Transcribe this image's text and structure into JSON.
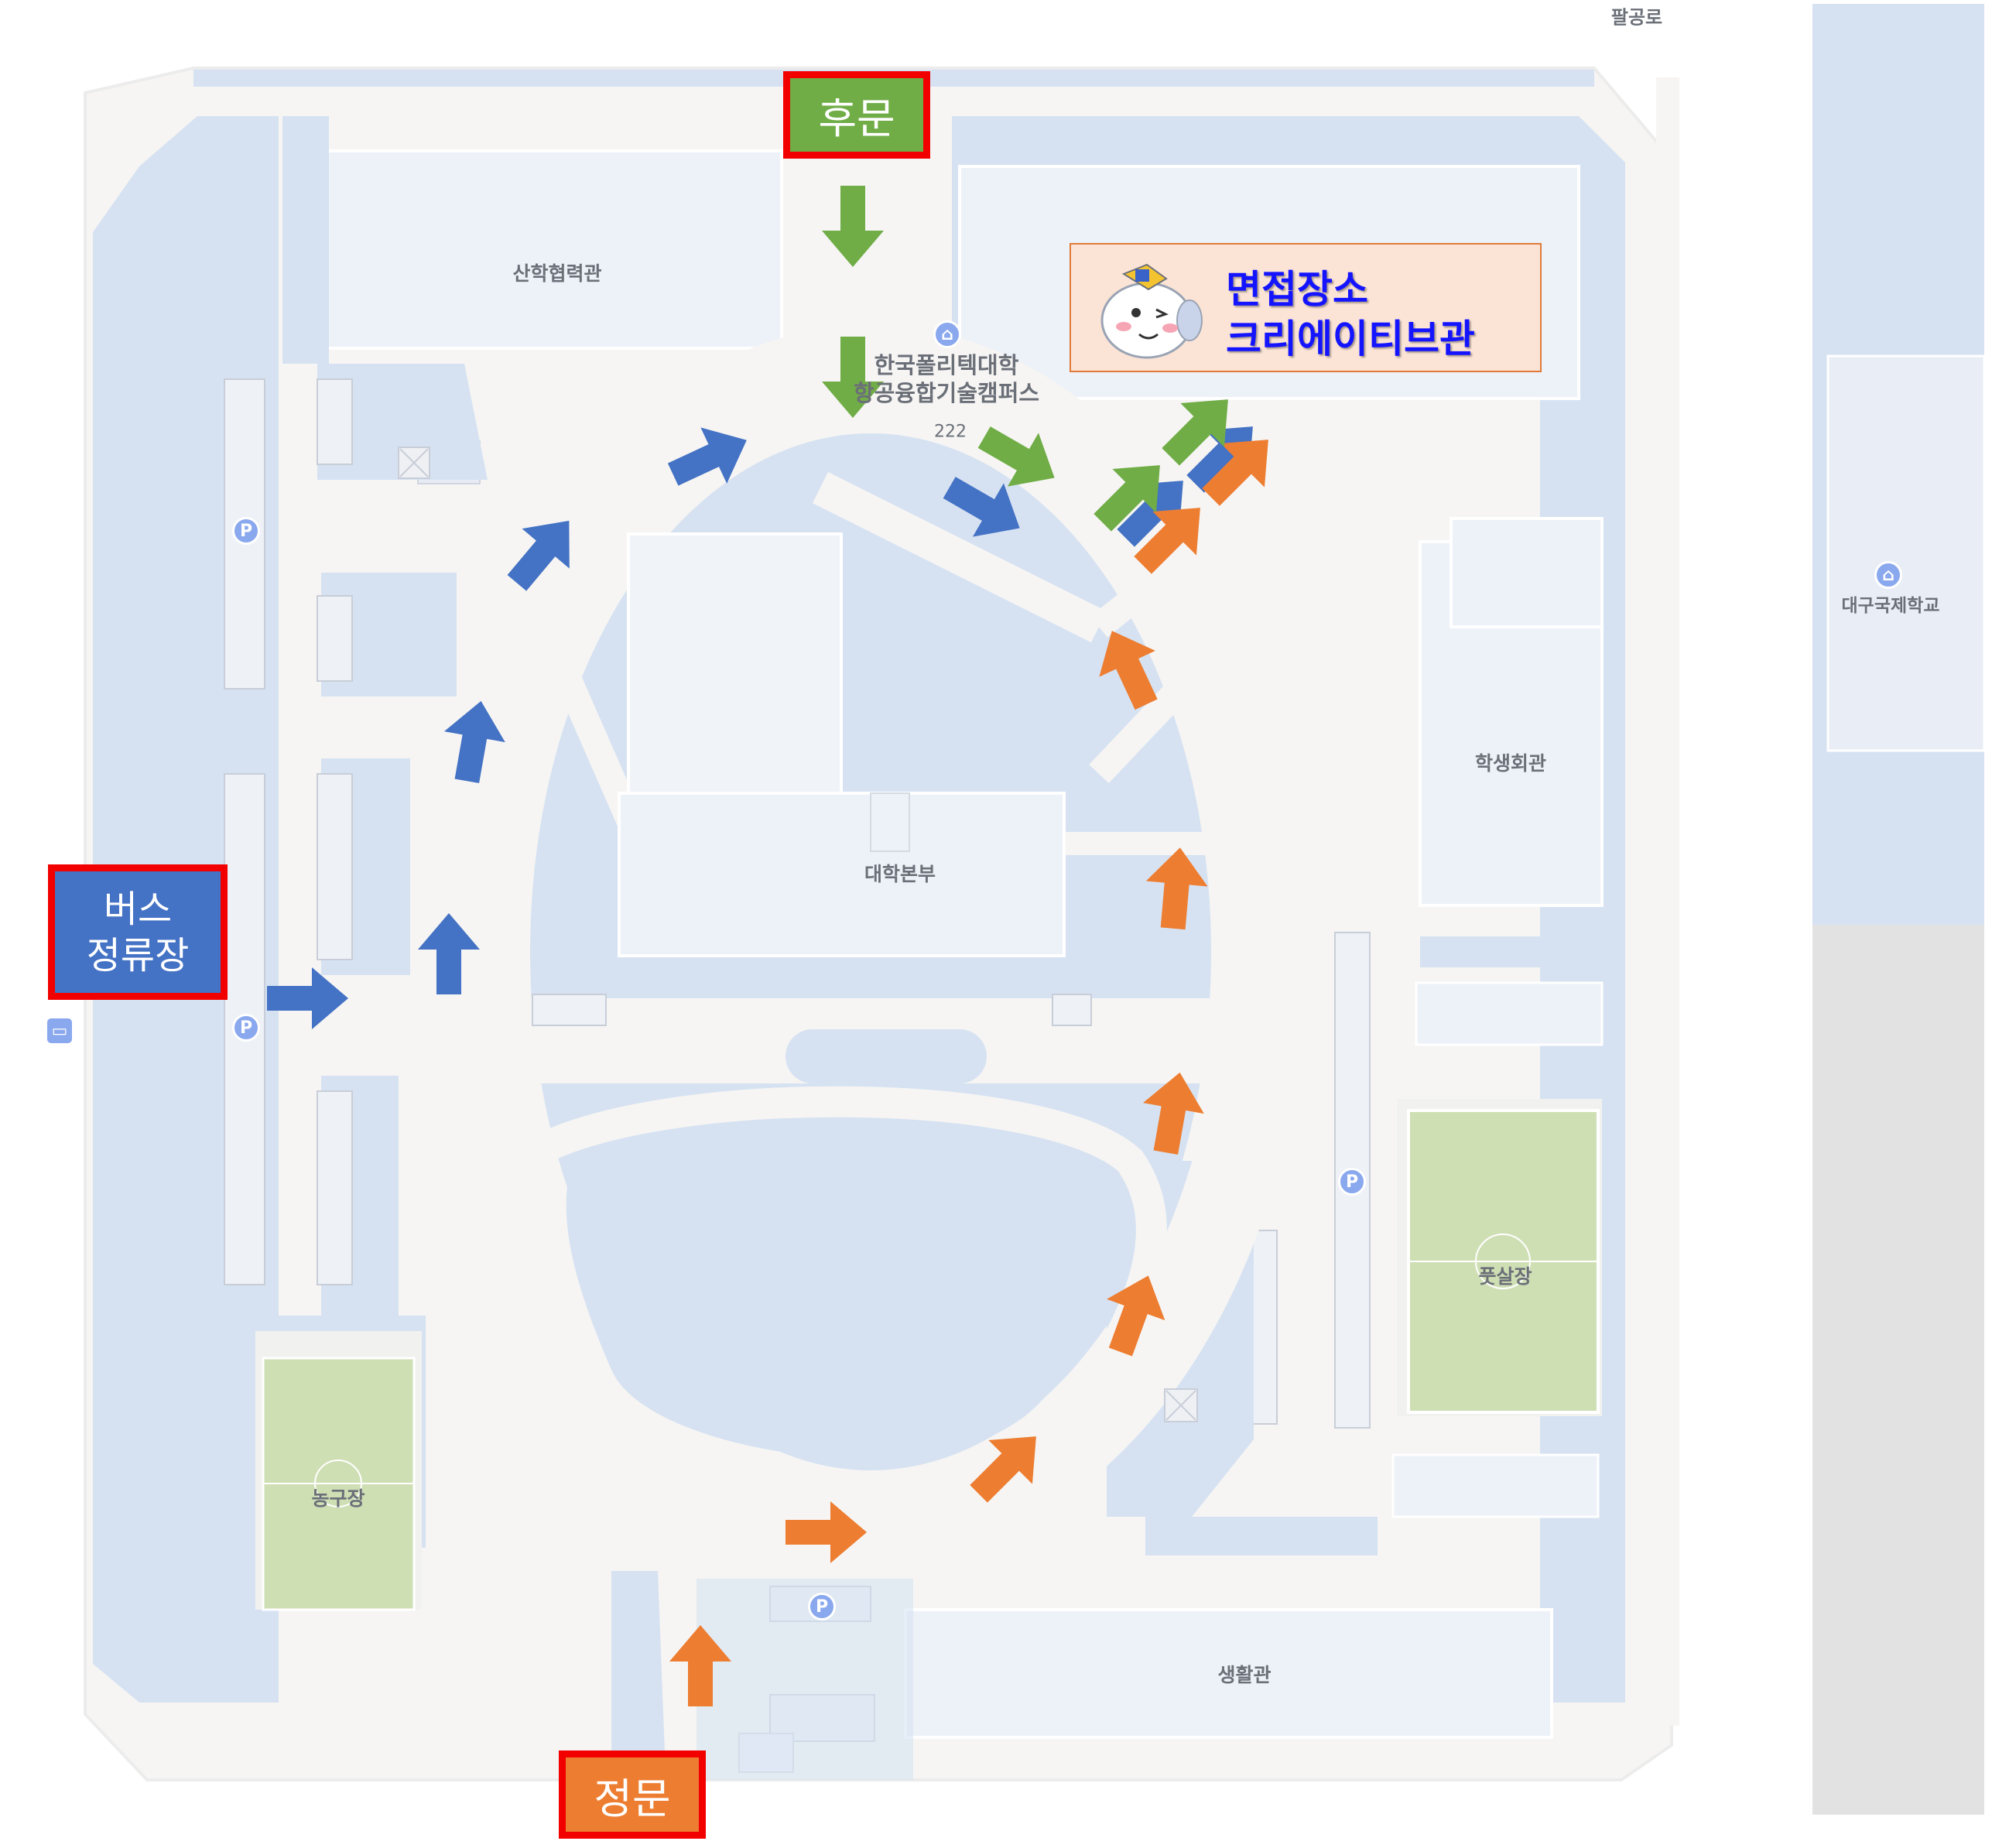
{
  "map": {
    "road_label": "팔공로",
    "campus_name_line1": "한국폴리텍대학",
    "campus_name_line2": "항공융합기술캠퍼스",
    "campus_number": "222",
    "school_label": "대구국제학교"
  },
  "buildings": {
    "industry_cooperation": "산학협력관",
    "headquarters": "대학본부",
    "student_hall": "학생회관",
    "futsal": "풋살장",
    "basketball": "농구장",
    "dormitory": "생활관"
  },
  "parking_icon_label": "P",
  "signs": {
    "back_gate": "후문",
    "main_gate": "정문",
    "bus_stop_line1": "버스",
    "bus_stop_line2": "정류장"
  },
  "callout": {
    "line1": "면접장소",
    "line2": "크리에이티브관"
  },
  "colors": {
    "bus_route": "#4472c4",
    "main_gate_route": "#ed7d31",
    "back_gate_route": "#70ad47",
    "sign_border": "#f20000",
    "map_block": "#d6e2f2",
    "map_road": "#f7f6f4",
    "field": "#cfdfb4"
  },
  "icons": {
    "bus_stop_icon": "bus-icon",
    "parking": "parking-icon",
    "school": "school-icon",
    "campus": "graduation-cap-icon",
    "mascot": "mascot-icon"
  }
}
